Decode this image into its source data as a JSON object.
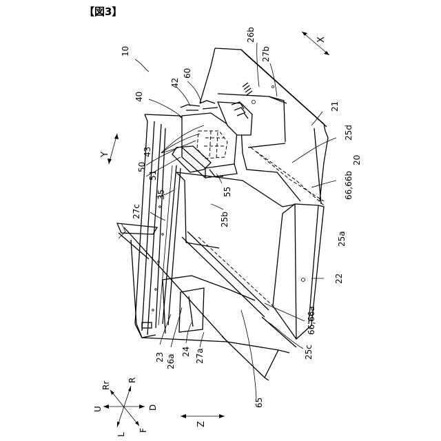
{
  "figure_label": "【図3】",
  "labels": {
    "l10": "10",
    "l26b": "26b",
    "l27b": "27b",
    "l60": "60",
    "l42": "42",
    "l40": "40",
    "l21": "21",
    "l25d": "25d",
    "l20": "20",
    "l43": "43",
    "l50": "50",
    "l51": "51",
    "l35": "35",
    "l55": "55",
    "l6666b": "66,66b",
    "l27c": "27c",
    "l25b": "25b",
    "l25a": "25a",
    "l22": "22",
    "l6666a": "66,66a",
    "l25c": "25c",
    "l65": "65",
    "l23": "23",
    "l26a": "26a",
    "l24": "24",
    "l27a": "27a"
  },
  "axes": {
    "x": "X",
    "y": "Y",
    "z": "Z",
    "rr": "Rr",
    "r": "R",
    "u": "U",
    "d": "D",
    "l": "L",
    "f": "F"
  }
}
